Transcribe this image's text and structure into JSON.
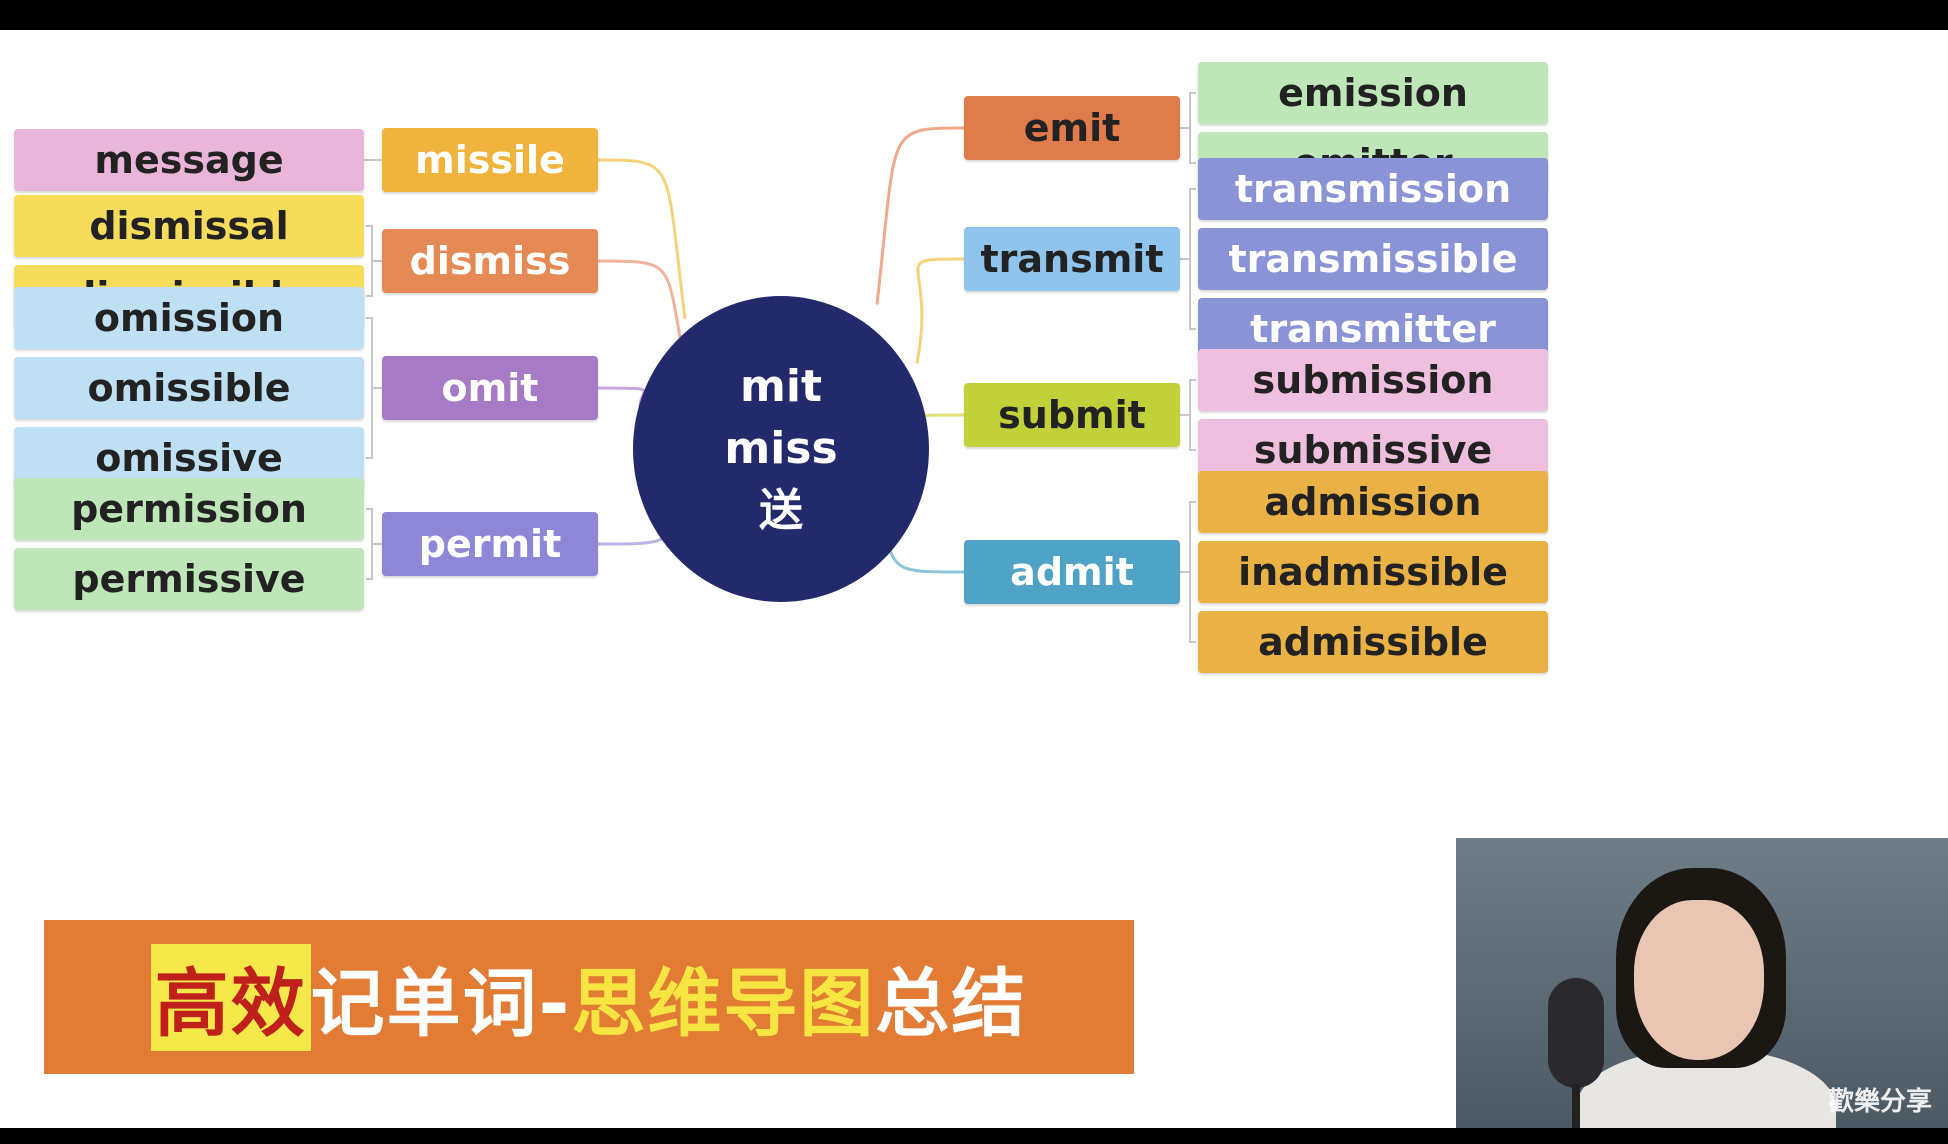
{
  "center": {
    "lines": [
      "mit",
      "miss",
      "送"
    ],
    "color": "#232a6b"
  },
  "left_branches": [
    {
      "label": "missile",
      "color": "#f0b43c",
      "children": [
        "message"
      ],
      "child_color": "#e9b6d9",
      "line_color": "#f3d37a"
    },
    {
      "label": "dismiss",
      "color": "#e58a55",
      "children": [
        "dismissal",
        "dismissible"
      ],
      "child_color": "#f5dc5a",
      "line_color": "#f0b39a"
    },
    {
      "label": "omit",
      "color": "#a77ac6",
      "children": [
        "omission",
        "omissible",
        "omissive"
      ],
      "child_color": "#bfe0f3",
      "line_color": "#c8a7de"
    },
    {
      "label": "permit",
      "color": "#8e86d6",
      "children": [
        "permission",
        "permissive"
      ],
      "child_color": "#bfe6b9",
      "line_color": "#b9b3e6"
    }
  ],
  "right_branches": [
    {
      "label": "emit",
      "color": "#e07b4c",
      "children": [
        "emission",
        "emitter"
      ],
      "child_color": "#bfe6b9",
      "line_color": "#f0a98a"
    },
    {
      "label": "transmit",
      "color": "#8fc4ec",
      "children": [
        "transmission",
        "transmissible",
        "transmitter"
      ],
      "child_color": "#8a93d6",
      "line_color": "#f3d37a"
    },
    {
      "label": "submit",
      "color": "#c2d13a",
      "children": [
        "submission",
        "submissive"
      ],
      "child_color": "#efbfe0",
      "line_color": "#e2e07a"
    },
    {
      "label": "admit",
      "color": "#4fa3c7",
      "children": [
        "admission",
        "inadmissible",
        "admissible"
      ],
      "child_color": "#eab145",
      "line_color": "#8ec6d8"
    }
  ],
  "banner": {
    "part1": "高效",
    "part2": "记单词-",
    "part3": "思维导图",
    "part4": "总结"
  },
  "watermark": "歡樂分享"
}
